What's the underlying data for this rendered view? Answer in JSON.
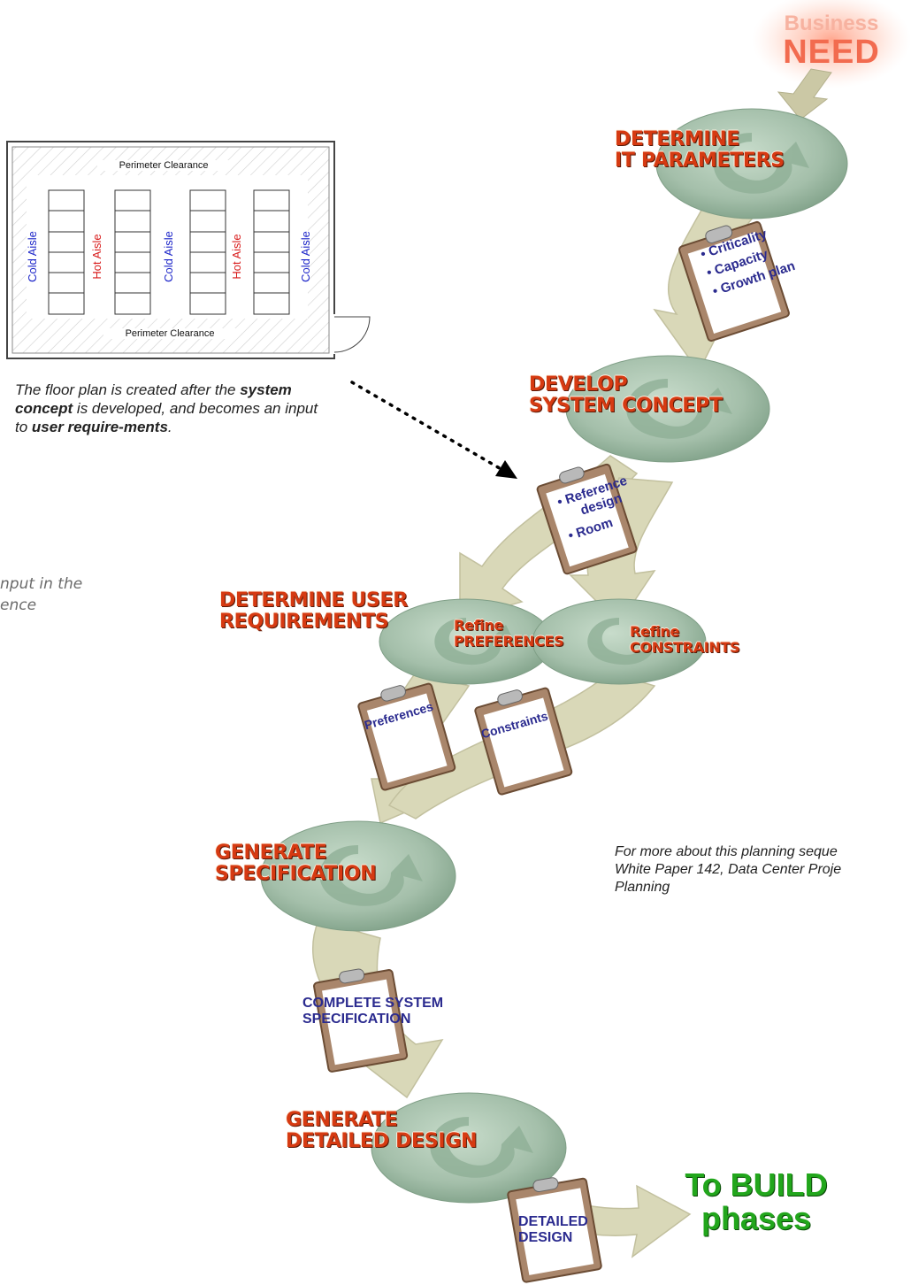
{
  "origin": {
    "line1": "Business",
    "line2": "NEED"
  },
  "stages": {
    "it_parameters": [
      "DETERMINE",
      "IT PARAMETERS"
    ],
    "system_concept": [
      "DEVELOP",
      "SYSTEM CONCEPT"
    ],
    "user_requirements": [
      "DETERMINE USER",
      "REQUIREMENTS"
    ],
    "refine_preferences": [
      "Refine",
      "PREFERENCES"
    ],
    "refine_constraints": [
      "Refine",
      "CONSTRAINTS"
    ],
    "specification": [
      "GENERATE",
      "SPECIFICATION"
    ],
    "detailed_design": [
      "GENERATE",
      "DETAILED DESIGN"
    ]
  },
  "clipboards": {
    "it_parameters": [
      "• Criticality",
      "• Capacity",
      "• Growth plan"
    ],
    "system_concept": [
      "• Reference",
      "design",
      "• Room"
    ],
    "preferences": [
      "Preferences"
    ],
    "constraints": [
      "Constraints"
    ],
    "specification": [
      "COMPLETE SYSTEM",
      "SPECIFICATION"
    ],
    "detailed_design": [
      "DETAILED",
      "DESIGN"
    ]
  },
  "outcome": {
    "line1": "To BUILD",
    "line2": "phases"
  },
  "floor_plan": {
    "top_label": "Perimeter Clearance",
    "bottom_label": "Perimeter Clearance",
    "aisles": [
      {
        "label": "Cold Aisle",
        "color": "#1c25c9"
      },
      {
        "label": "Hot Aisle",
        "color": "#d81b1b"
      },
      {
        "label": "Cold Aisle",
        "color": "#1c25c9"
      },
      {
        "label": "Hot Aisle",
        "color": "#d81b1b"
      },
      {
        "label": "Cold Aisle",
        "color": "#1c25c9"
      }
    ]
  },
  "notes": {
    "floor_plan": {
      "p1": "The floor plan is created after the ",
      "b1": "system concept",
      "p2": " is developed, and becomes an input to ",
      "b2": "user require-ments",
      "p3": "."
    },
    "fragment": [
      "nput in the",
      "ence"
    ],
    "more_info": [
      "For more about this planning seque",
      "White Paper 142, Data Center Proje",
      "Planning"
    ]
  },
  "colors": {
    "swirl": "#a7c0ac",
    "swirl_dark": "#7f9e86",
    "arrow": "#d7d6b5",
    "arrow_edge": "#bcba97",
    "clipboard": "#a9866b",
    "stage_text": "#d63a12",
    "clip_text": "#2b2b8f",
    "outcome_text": "#22a61c"
  }
}
